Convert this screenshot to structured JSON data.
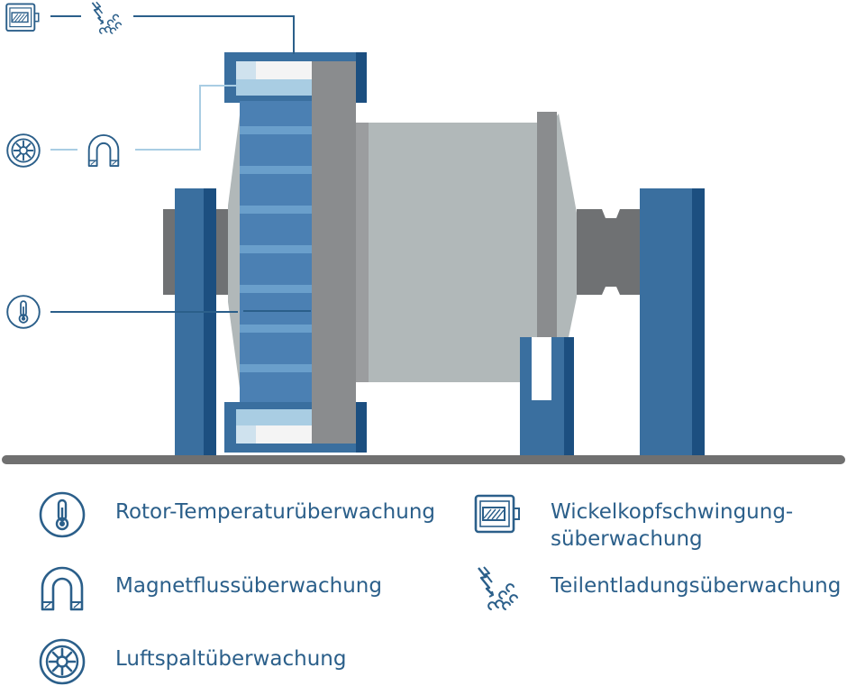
{
  "colors": {
    "dark_blue": "#1c4f80",
    "mid_blue": "#3a6f9f",
    "light_blue": "#4b80b3",
    "stripe_blue": "#6a9fcb",
    "pale_blue": "#a9cde3",
    "grey_dark": "#8a8c8e",
    "grey_mid": "#9b9d9f",
    "grey_light": "#b1b8b9",
    "grey_shaft": "#6f7173",
    "ground": "#707070",
    "text": "#2b5f8a",
    "icon": "#2b5f8a"
  },
  "legend": {
    "rotor_temperature": "Rotor-Temperaturüberwachung",
    "magnetic_flux": "Magnetflussüberwachung",
    "air_gap": "Luftspaltüberwachung",
    "end_winding_vibration_line1": "Wickelkopfschwingung-",
    "end_winding_vibration_line2": "süberwachung",
    "partial_discharge": "Teilentladungsüberwachung"
  },
  "icons": {
    "rotor_temperature": "thermometer-icon",
    "magnetic_flux": "magnet-icon",
    "air_gap": "rotor-wheel-icon",
    "end_winding_vibration": "vibration-sensor-icon",
    "partial_discharge": "partial-discharge-icon"
  }
}
